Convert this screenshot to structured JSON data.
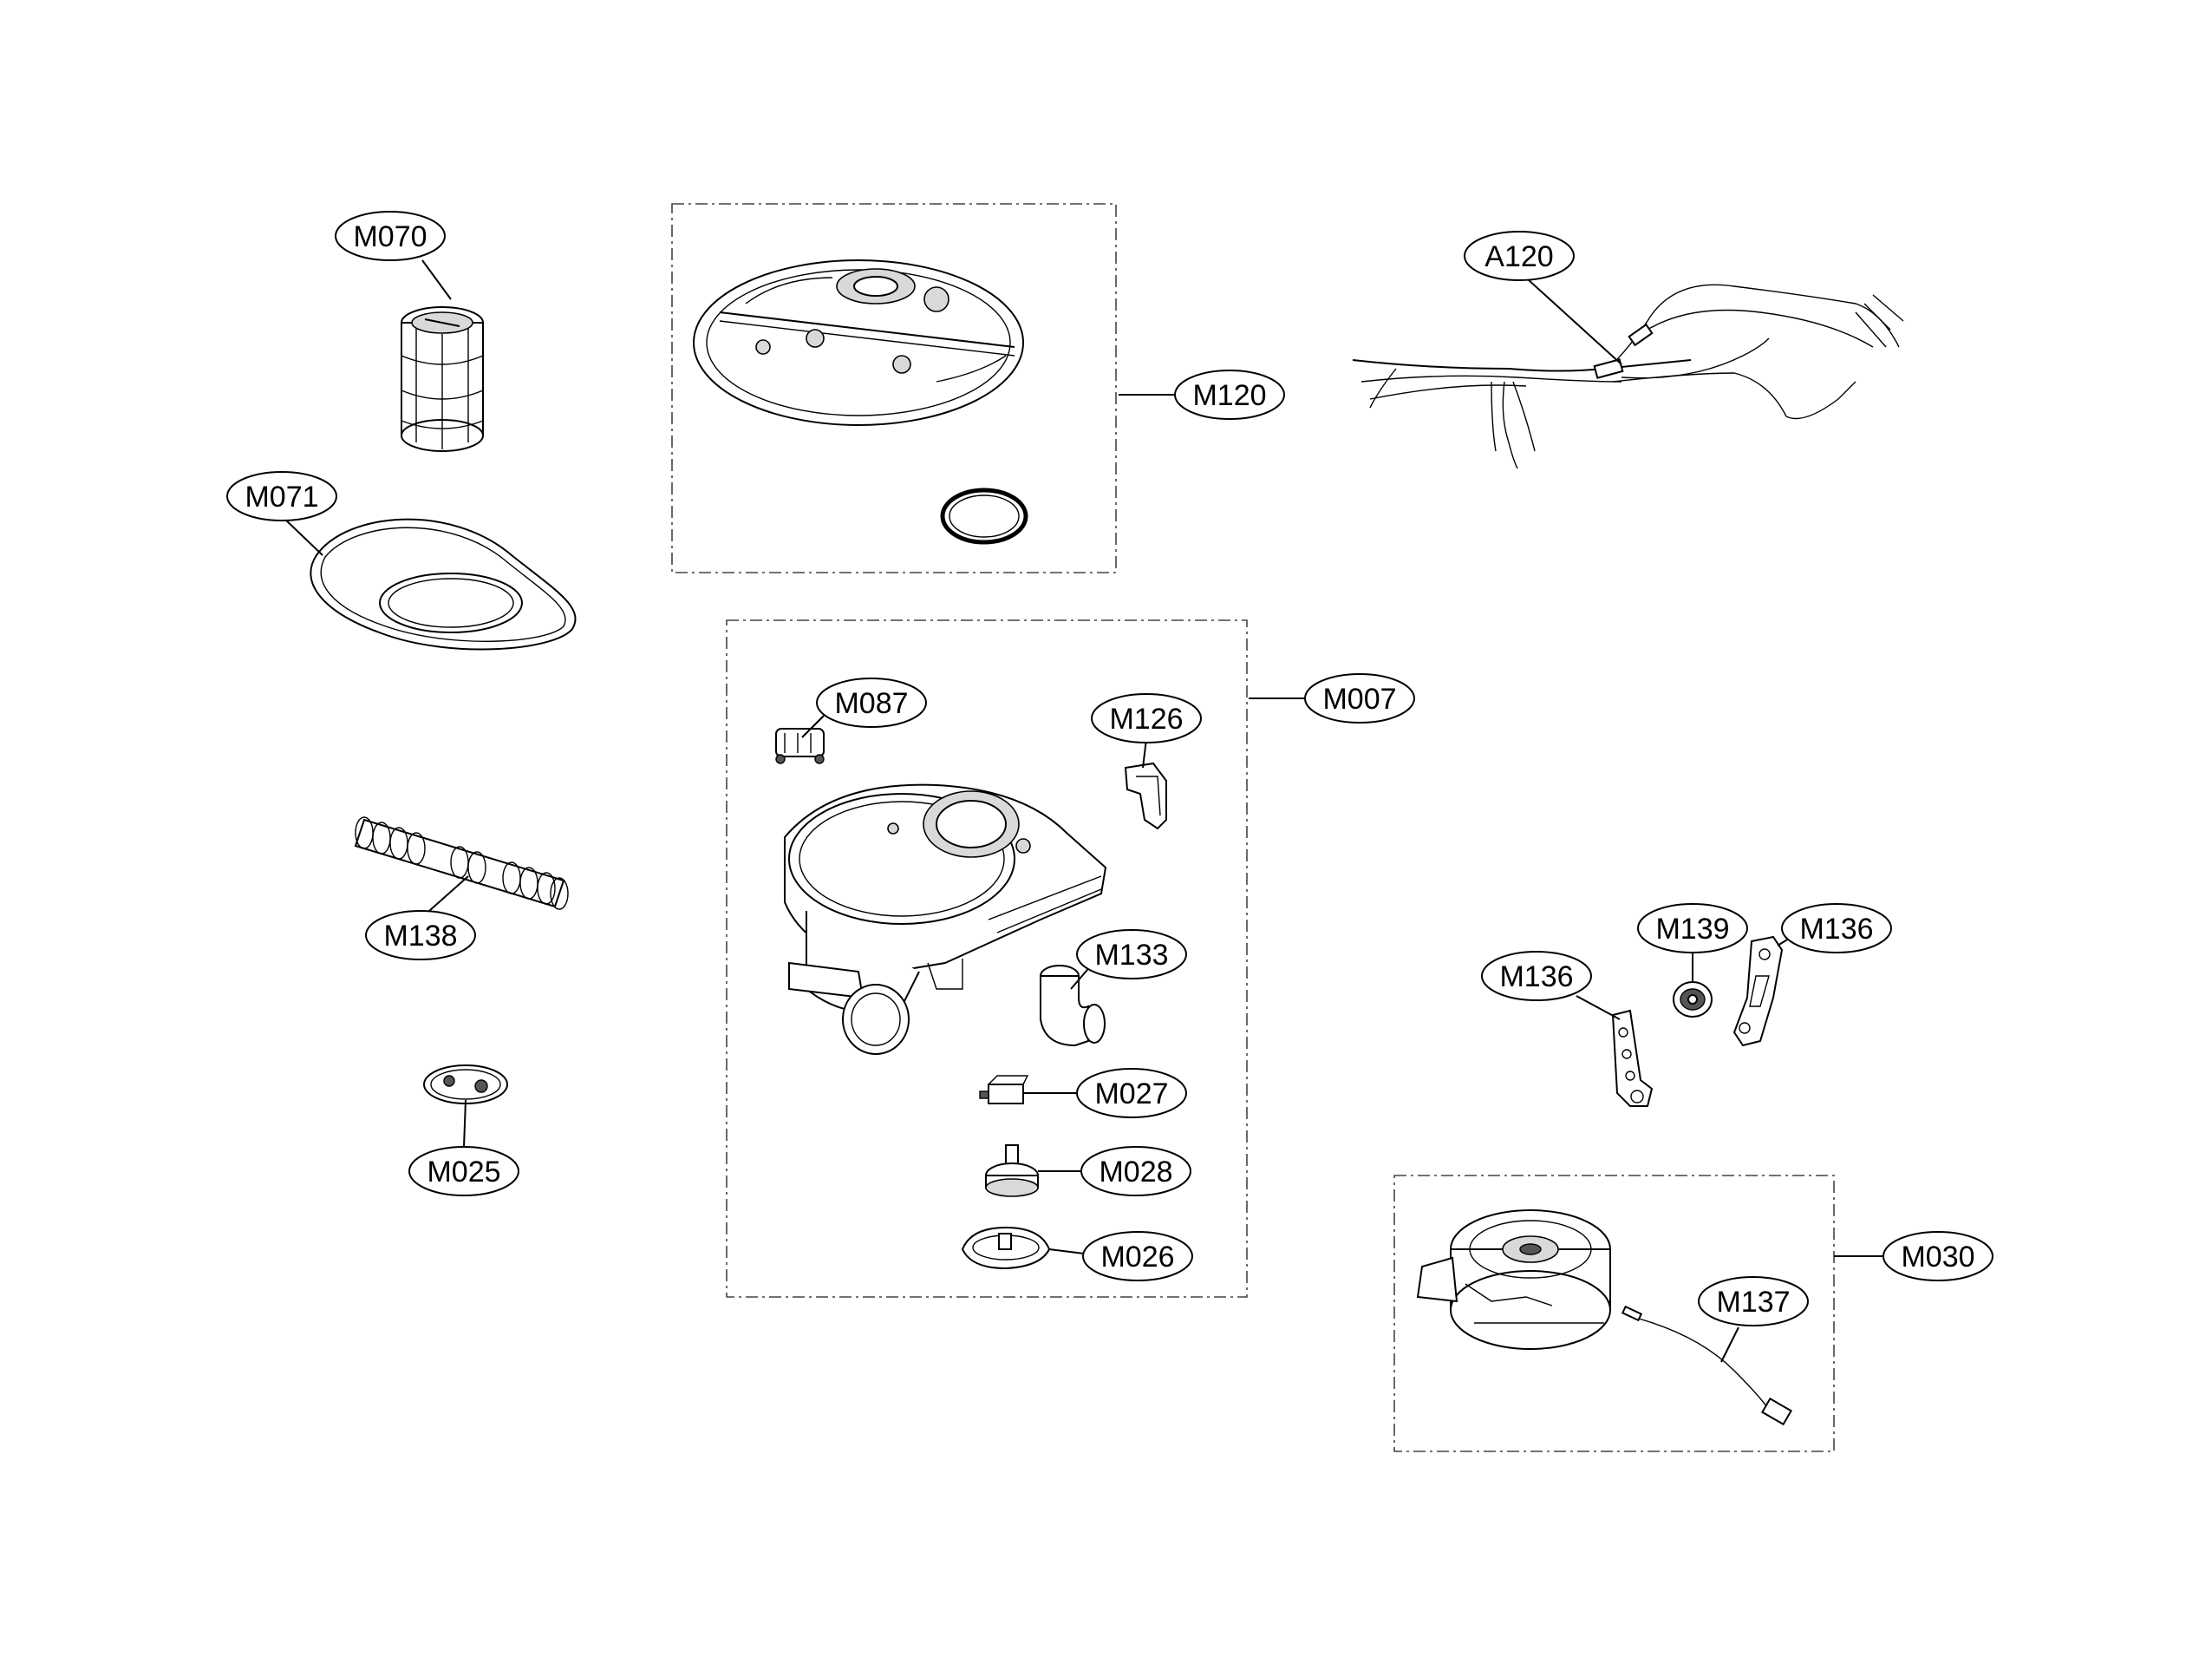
{
  "labels": {
    "M070": "M070",
    "M071": "M071",
    "M138": "M138",
    "M025": "M025",
    "M120": "M120",
    "A120": "A120",
    "M087": "M087",
    "M126": "M126",
    "M007": "M007",
    "M133": "M133",
    "M027": "M027",
    "M028": "M028",
    "M026": "M026",
    "M139": "M139",
    "M136_left": "M136",
    "M136_right": "M136",
    "M137": "M137",
    "M030": "M030"
  }
}
